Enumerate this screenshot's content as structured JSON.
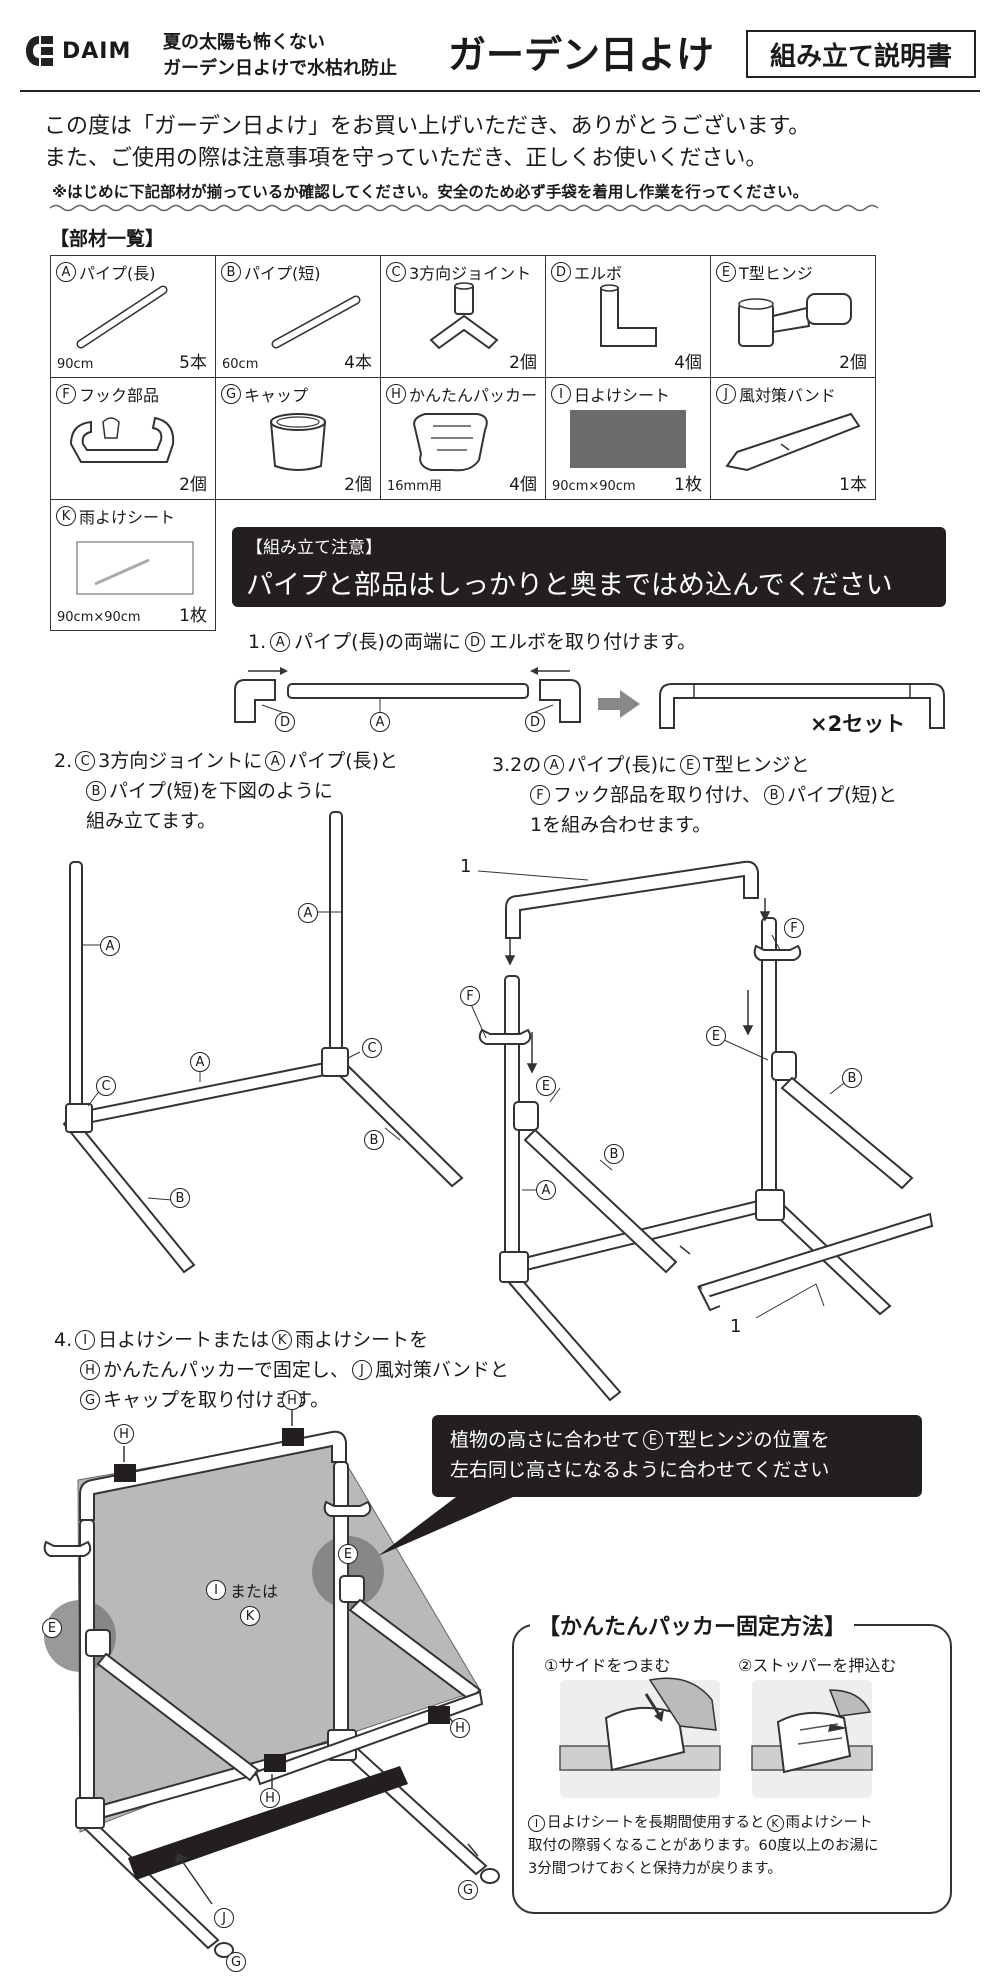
{
  "header": {
    "brand": "DAIM",
    "tagline1": "夏の太陽も怖くない",
    "tagline2": "ガーデン日よけで水枯れ防止",
    "title": "ガーデン日よけ",
    "doc_type": "組み立て説明書"
  },
  "intro": {
    "line1": "この度は「ガーデン日よけ」をお買い上げいただき、ありがとうございます。",
    "line2": "また、ご使用の際は注意事項を守っていただき、正しくお使いください。",
    "note": "※はじめに下記部材が揃っているか確認してください。安全のため必ず手袋を着用し作業を行ってください。"
  },
  "parts_heading": "【部材一覧】",
  "parts": [
    {
      "key": "A",
      "name": "パイプ(長)",
      "size": "90cm",
      "qty": "5本"
    },
    {
      "key": "B",
      "name": "パイプ(短)",
      "size": "60cm",
      "qty": "4本"
    },
    {
      "key": "C",
      "name": "3方向ジョイント",
      "size": "",
      "qty": "2個"
    },
    {
      "key": "D",
      "name": "エルボ",
      "size": "",
      "qty": "4個"
    },
    {
      "key": "E",
      "name": "T型ヒンジ",
      "size": "",
      "qty": "2個"
    },
    {
      "key": "F",
      "name": "フック部品",
      "size": "",
      "qty": "2個"
    },
    {
      "key": "G",
      "name": "キャップ",
      "size": "",
      "qty": "2個"
    },
    {
      "key": "H",
      "name": "かんたんパッカー",
      "size": "16mm用",
      "qty": "4個"
    },
    {
      "key": "I",
      "name": "日よけシート",
      "size": "90cm×90cm",
      "qty": "1枚"
    },
    {
      "key": "J",
      "name": "風対策バンド",
      "size": "",
      "qty": "1本"
    },
    {
      "key": "K",
      "name": "雨よけシート",
      "size": "90cm×90cm",
      "qty": "1枚"
    }
  ],
  "caution": {
    "heading": "【組み立て注意】",
    "body": "パイプと部品はしっかりと奥まではめ込んでください"
  },
  "step1": {
    "num": "1.",
    "p1": "パイプ(長)の両端に",
    "p2": "エルボを取り付けます。",
    "sets": "×2セット"
  },
  "step2": {
    "num": "2.",
    "l1": "3方向ジョイントに",
    "l1b": "パイプ(長)と",
    "l2": "パイプ(短)を下図のように",
    "l3": "組み立てます。"
  },
  "step3": {
    "num": "3.2の",
    "l1": "パイプ(長)に",
    "l1b": "T型ヒンジと",
    "l2": "フック部品を取り付け、",
    "l2b": "パイプ(短)と",
    "l3": "1を組み合わせます。",
    "ref": "1"
  },
  "step4": {
    "num": "4.",
    "l1": "日よけシートまたは",
    "l1b": "雨よけシートを",
    "l2": "かんたんパッカーで固定し、",
    "l2b": "風対策バンドと",
    "l3": "キャップを取り付けます。",
    "or_text": "または"
  },
  "callout": {
    "l1": "植物の高さに合わせて",
    "l1b": "T型ヒンジの位置を",
    "l2": "左右同じ高さになるように合わせてください"
  },
  "packer": {
    "title": "【かんたんパッカー固定方法】",
    "s1": "①サイドをつまむ",
    "s2": "②ストッパーを押込む",
    "n1": "日よけシートを長期間使用すると",
    "n1b": "雨よけシート",
    "n2": "取付の際弱くなることがあります。60度以上のお湯に",
    "n3": "3分間つけておくと保持力が戻ります。"
  },
  "colors": {
    "dark_box": "#231f20",
    "sheet": "#8a8a8a",
    "pipe": "#ffffff"
  }
}
